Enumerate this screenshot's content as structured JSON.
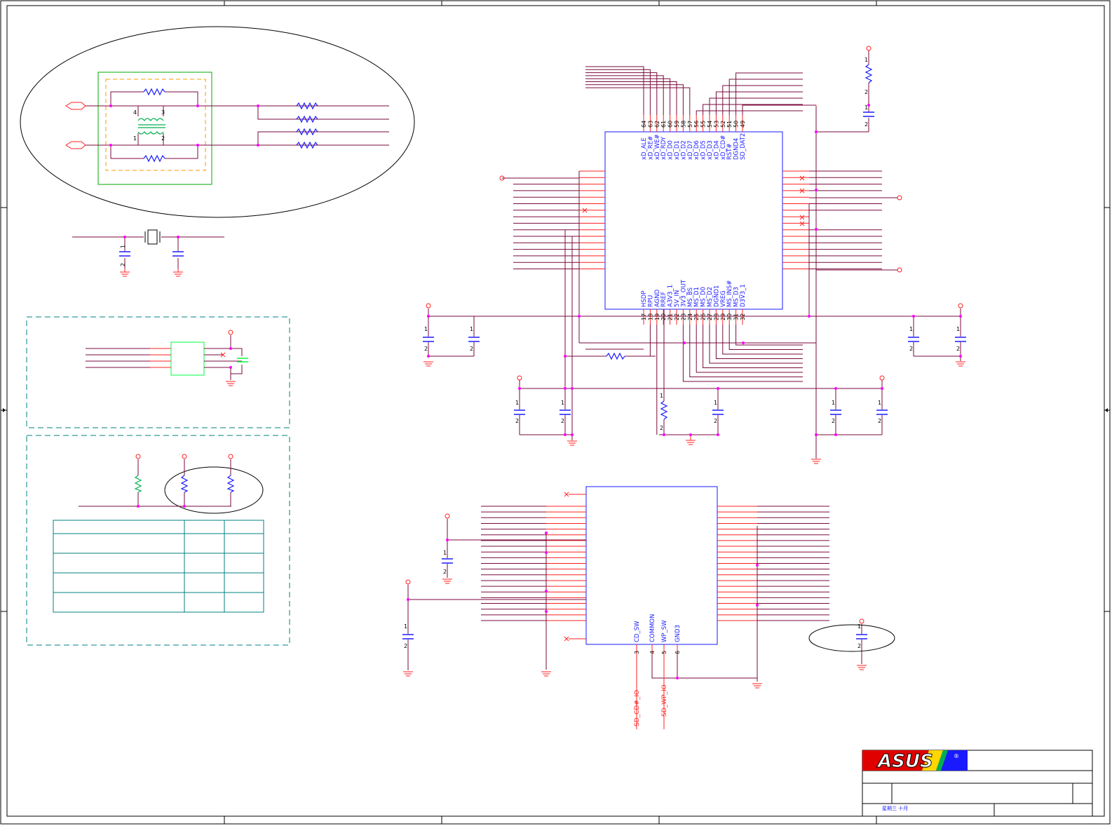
{
  "colors": {
    "frame": "#000000",
    "wire": "#7a0a3c",
    "pin_stub": "#ff2020",
    "junction": "#ff00ff",
    "component": "#1a1aff",
    "group_box": "#008080",
    "highlight_box": "#00aa00",
    "inner_box": "#ff9900",
    "transformer": "#00b050",
    "gnd": "#ff2020",
    "logo_red": "#e00000",
    "logo_blue": "#1a1aff"
  },
  "ic_main": {
    "top_pins": [
      {
        "num": "64",
        "name": "xD_ALE"
      },
      {
        "num": "63",
        "name": "xD_RE#"
      },
      {
        "num": "62",
        "name": "xD_WE#"
      },
      {
        "num": "61",
        "name": "xD_RDY"
      },
      {
        "num": "60",
        "name": "xD_D0"
      },
      {
        "num": "59",
        "name": "xD_D1"
      },
      {
        "num": "58",
        "name": "xD_D2"
      },
      {
        "num": "57",
        "name": "xD_D7"
      },
      {
        "num": "56",
        "name": "xD_D6"
      },
      {
        "num": "55",
        "name": "xD_D5"
      },
      {
        "num": "54",
        "name": "xD_D3"
      },
      {
        "num": "53",
        "name": "xD_D4"
      },
      {
        "num": "52",
        "name": "xD_CD#"
      },
      {
        "num": "51",
        "name": "RST#"
      },
      {
        "num": "50",
        "name": "DGND4"
      },
      {
        "num": "49",
        "name": "SD_DAT2"
      }
    ],
    "bottom_pins": [
      {
        "num": "17",
        "name": "HSDP"
      },
      {
        "num": "18",
        "name": "RPU"
      },
      {
        "num": "19",
        "name": "AGND"
      },
      {
        "num": "20",
        "name": "RREF"
      },
      {
        "num": "21",
        "name": "A3V3_1"
      },
      {
        "num": "22",
        "name": "5V_IN"
      },
      {
        "num": "23",
        "name": "3V3_OUT"
      },
      {
        "num": "24",
        "name": "MS_BS"
      },
      {
        "num": "25",
        "name": "MS_D1"
      },
      {
        "num": "26",
        "name": "MS_D0"
      },
      {
        "num": "27",
        "name": "MS_D2"
      },
      {
        "num": "28",
        "name": "DGND1"
      },
      {
        "num": "29",
        "name": "VREG"
      },
      {
        "num": "30",
        "name": "MS_INS#"
      },
      {
        "num": "31",
        "name": "MS_D3"
      },
      {
        "num": "32",
        "name": "D3V3_1"
      }
    ]
  },
  "connector": {
    "bottom_pins": [
      {
        "num": "3",
        "name": "CD_SW"
      },
      {
        "num": "4",
        "name": "COMMON"
      },
      {
        "num": "5",
        "name": "WP_SW"
      },
      {
        "num": "6",
        "name": "GND3"
      }
    ],
    "nets": [
      "SD_CD#_IO",
      "SD_WP_IO"
    ]
  },
  "title_block": {
    "date": "星期三 十月"
  },
  "logo": {
    "text": "ASUS",
    "mark": "®"
  }
}
